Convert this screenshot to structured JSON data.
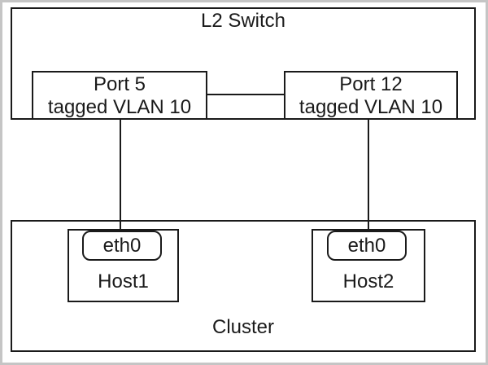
{
  "colors": {
    "background": "#ffffff",
    "frame": "#c5c5c5",
    "line": "#1a1a1a",
    "text": "#1a1a1a",
    "box_fill": "#ffffff"
  },
  "switch": {
    "label": "L2 Switch",
    "ports": [
      {
        "name": "Port 5",
        "vlan": "tagged VLAN 10"
      },
      {
        "name": "Port 12",
        "vlan": "tagged VLAN 10"
      }
    ]
  },
  "cluster": {
    "label": "Cluster",
    "hosts": [
      {
        "name": "Host1",
        "interface": "eth0"
      },
      {
        "name": "Host2",
        "interface": "eth0"
      }
    ]
  },
  "connections": [
    {
      "from": "Port 5",
      "to": "Port 12"
    },
    {
      "from": "Port 5",
      "to": "Host1 eth0"
    },
    {
      "from": "Port 12",
      "to": "Host2 eth0"
    }
  ]
}
